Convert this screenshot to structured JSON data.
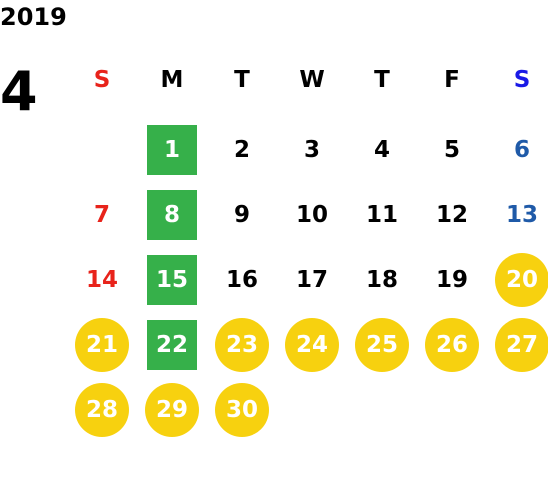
{
  "header": {
    "year": "2019",
    "month": "4"
  },
  "weekdays": [
    "S",
    "M",
    "T",
    "W",
    "T",
    "F",
    "S"
  ],
  "colors": {
    "sunday": "#e8231b",
    "saturday": "#1a1ae6",
    "saturday_date": "#1f5aa8",
    "holiday": "#f7d10f",
    "green_marker": "#36b04a"
  },
  "weeks": [
    [
      "",
      "1",
      "2",
      "3",
      "4",
      "5",
      "6"
    ],
    [
      "7",
      "8",
      "9",
      "10",
      "11",
      "12",
      "13"
    ],
    [
      "14",
      "15",
      "16",
      "17",
      "18",
      "19",
      "20"
    ],
    [
      "21",
      "22",
      "23",
      "24",
      "25",
      "26",
      "27"
    ],
    [
      "28",
      "29",
      "30",
      "",
      "",
      "",
      ""
    ]
  ]
}
